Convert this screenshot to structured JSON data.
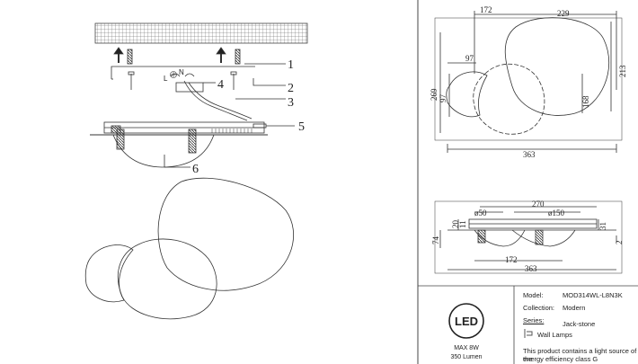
{
  "left_callouts": [
    "1",
    "2",
    "3",
    "4",
    "5",
    "6"
  ],
  "wire_labels": {
    "live": "L",
    "neutral": "N"
  },
  "top_view": {
    "dims": [
      "172",
      "229",
      "97",
      "269",
      "97",
      "213",
      "168",
      "363"
    ]
  },
  "side_view": {
    "dims": [
      "270",
      "ø50",
      "ø150",
      "20",
      "11",
      "31",
      "74",
      "2",
      "172",
      "363"
    ]
  },
  "info": {
    "led_logo": "LED",
    "max_power": "MAX 8W",
    "lumen": "350 Lumen",
    "model_label": "Model:",
    "model_value": "MOD314WL-L8N3K",
    "collection_label": "Collection:",
    "collection_value": "Modern",
    "series_label": "Series:",
    "series_value": "Jack-stone",
    "category": "Wall Lamps",
    "energy_note_1": "This product contains a light source of the",
    "energy_note_2": "energy efficiency class G"
  },
  "icons": [
    "wall-lamp-icon",
    "ground-symbol-icon",
    "arrow-up-icon"
  ]
}
